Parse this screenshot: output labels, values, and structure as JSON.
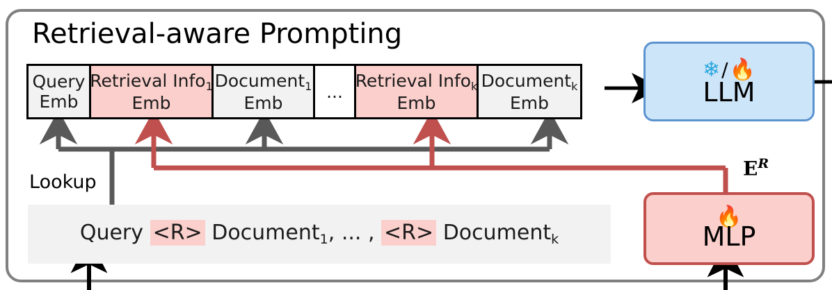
{
  "panel": {
    "title": "Retrieval-aware Prompting",
    "border_color": "#808080"
  },
  "colors": {
    "pink_fill": "#fbcfcb",
    "pink_stroke": "#c0504d",
    "grey_fill": "#f2f2f2",
    "blue_fill": "#cde5f8",
    "blue_stroke": "#5b93cf",
    "grey_arrow": "#595959",
    "red_arrow": "#c0504d",
    "black": "#000000"
  },
  "token_row": {
    "cells": [
      {
        "line1": "Query",
        "sub": "",
        "line2": "Emb",
        "fill": "grey",
        "width": 90
      },
      {
        "line1": "Retrieval Info",
        "sub": "1",
        "line2": "Emb",
        "fill": "pink",
        "width": 176
      },
      {
        "line1": "Document",
        "sub": "1",
        "line2": "Emb",
        "fill": "grey",
        "width": 146
      },
      {
        "line1": "...",
        "sub": "",
        "line2": "",
        "fill": "plain",
        "width": 59
      },
      {
        "line1": "Retrieval Info",
        "sub": "k",
        "line2": "Emb",
        "fill": "pink",
        "width": 176
      },
      {
        "line1": "Document",
        "sub": "k",
        "line2": "Emb",
        "fill": "grey",
        "width": 146
      }
    ]
  },
  "lookup": {
    "label": "Lookup"
  },
  "prompt": {
    "segments": [
      {
        "text": "Query ",
        "sub": "",
        "highlight": false
      },
      {
        "text": "<R>",
        "sub": "",
        "highlight": true
      },
      {
        "text": " Document",
        "sub": "1",
        "highlight": false
      },
      {
        "text": ", ... , ",
        "sub": "",
        "highlight": false
      },
      {
        "text": "<R>",
        "sub": "",
        "highlight": true
      },
      {
        "text": " Document",
        "sub": "k",
        "highlight": false
      }
    ],
    "plain_text": "Query <R> Document1, ... , <R> Documentk"
  },
  "llm": {
    "label": "LLM",
    "icon_frozen": "snowflake-icon",
    "icon_frozen_glyph": "❄",
    "separator": "/",
    "icon_tuned": "fire-icon",
    "icon_tuned_glyph": "🔥"
  },
  "mlp": {
    "label": "MLP",
    "icon_tuned": "fire-icon",
    "icon_tuned_glyph": "🔥"
  },
  "er_label": {
    "base": "E",
    "sup": "R"
  }
}
